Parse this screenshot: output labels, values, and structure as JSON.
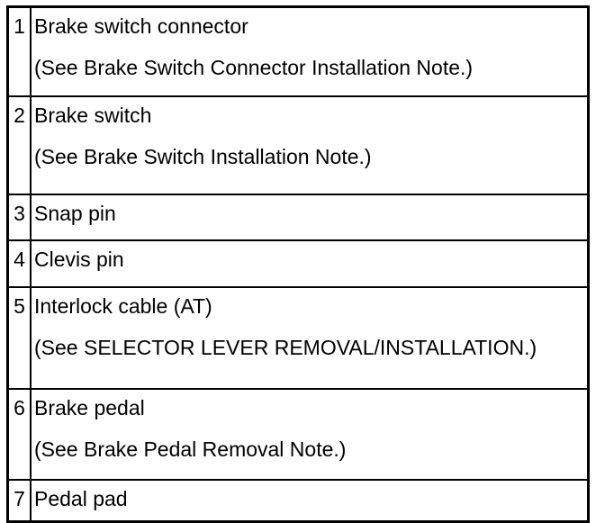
{
  "colors": {
    "border": "#000000",
    "text": "#000000",
    "background": "#ffffff"
  },
  "table": {
    "rows": [
      {
        "num": "1",
        "label": "Brake switch connector",
        "note": "(See Brake Switch Connector Installation Note.)"
      },
      {
        "num": "2",
        "label": "Brake switch",
        "note": "(See Brake Switch Installation Note.)"
      },
      {
        "num": "3",
        "label": "Snap pin",
        "note": ""
      },
      {
        "num": "4",
        "label": "Clevis pin",
        "note": ""
      },
      {
        "num": "5",
        "label": "Interlock cable (AT)",
        "note": "(See SELECTOR LEVER REMOVAL/INSTALLATION.)"
      },
      {
        "num": "6",
        "label": "Brake pedal",
        "note": "(See Brake Pedal Removal Note.)"
      },
      {
        "num": "7",
        "label": "Pedal pad",
        "note": ""
      }
    ]
  }
}
